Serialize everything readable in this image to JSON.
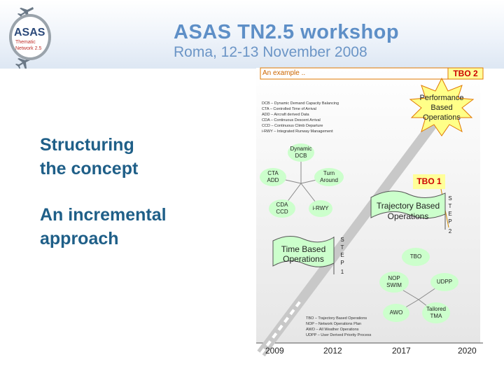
{
  "colors": {
    "header_blue": "#5e8fc7",
    "text_blue": "#1f5f88",
    "node_green": "#ccffcc",
    "tbo_red": "#cc0000",
    "orange": "#e07800",
    "star_yellow": "#ffff88"
  },
  "logo": {
    "line1": "ASAS",
    "line2": "Thematic",
    "line3": "Network 2.5",
    "icon": "airplane-icon"
  },
  "workshop": {
    "title": "ASAS TN2.5 workshop",
    "subtitle": "Roma, 12-13 November 2008"
  },
  "sidebar": {
    "line1": "Structuring",
    "line2": "the concept",
    "line3": "An incremental",
    "line4": "approach"
  },
  "example_label": "An example ..",
  "tbo2": "TBO 2",
  "pbo": {
    "line1": "Performance",
    "line2": "Based",
    "line3": "Operations"
  },
  "top_legend": [
    "DCB – Dynamic Demand Capacity Balancing",
    "CTA – Controlled Time of Arrival",
    "ADD – Aircraft derived Data",
    "CDA – Continuous Descent Arrival",
    "CCD – Continuous Climb Departure",
    "i-RWY – Integrated Runway Management"
  ],
  "nodes": {
    "dynamic_dcb": {
      "line1": "Dynamic",
      "line2": "DCB"
    },
    "cta_add": {
      "line1": "CTA",
      "line2": "ADD"
    },
    "turn_around": {
      "line1": "Turn",
      "line2": "Around"
    },
    "cda_ccd": {
      "line1": "CDA",
      "line2": "CCD"
    },
    "i_rwy": "i-RWY",
    "tbo": "TBO",
    "nop_swim": {
      "line1": "NOP",
      "line2": "SWIM"
    },
    "udpp": "UDPP",
    "awo": "AWO",
    "tailored_tma": {
      "line1": "Tailored",
      "line2": "TMA"
    }
  },
  "tbo1": "TBO 1",
  "step2": {
    "letters": [
      "S",
      "T",
      "E",
      "P"
    ],
    "number": "2"
  },
  "tbased": {
    "line1": "Trajectory Based",
    "line2": "Operations"
  },
  "step1": {
    "letters": [
      "S",
      "T",
      "E",
      "P"
    ],
    "number": "1"
  },
  "timebased": {
    "line1": "Time Based",
    "line2": "Operations"
  },
  "bottom_legend": [
    "TBO – Trajectory Based Operations",
    "NOP – Network Operations Plan",
    "AWO – All Weather Operations",
    "UDPP – User Derived Priority Process"
  ],
  "timeline": [
    "2009",
    "2012",
    "2017",
    "2020"
  ]
}
